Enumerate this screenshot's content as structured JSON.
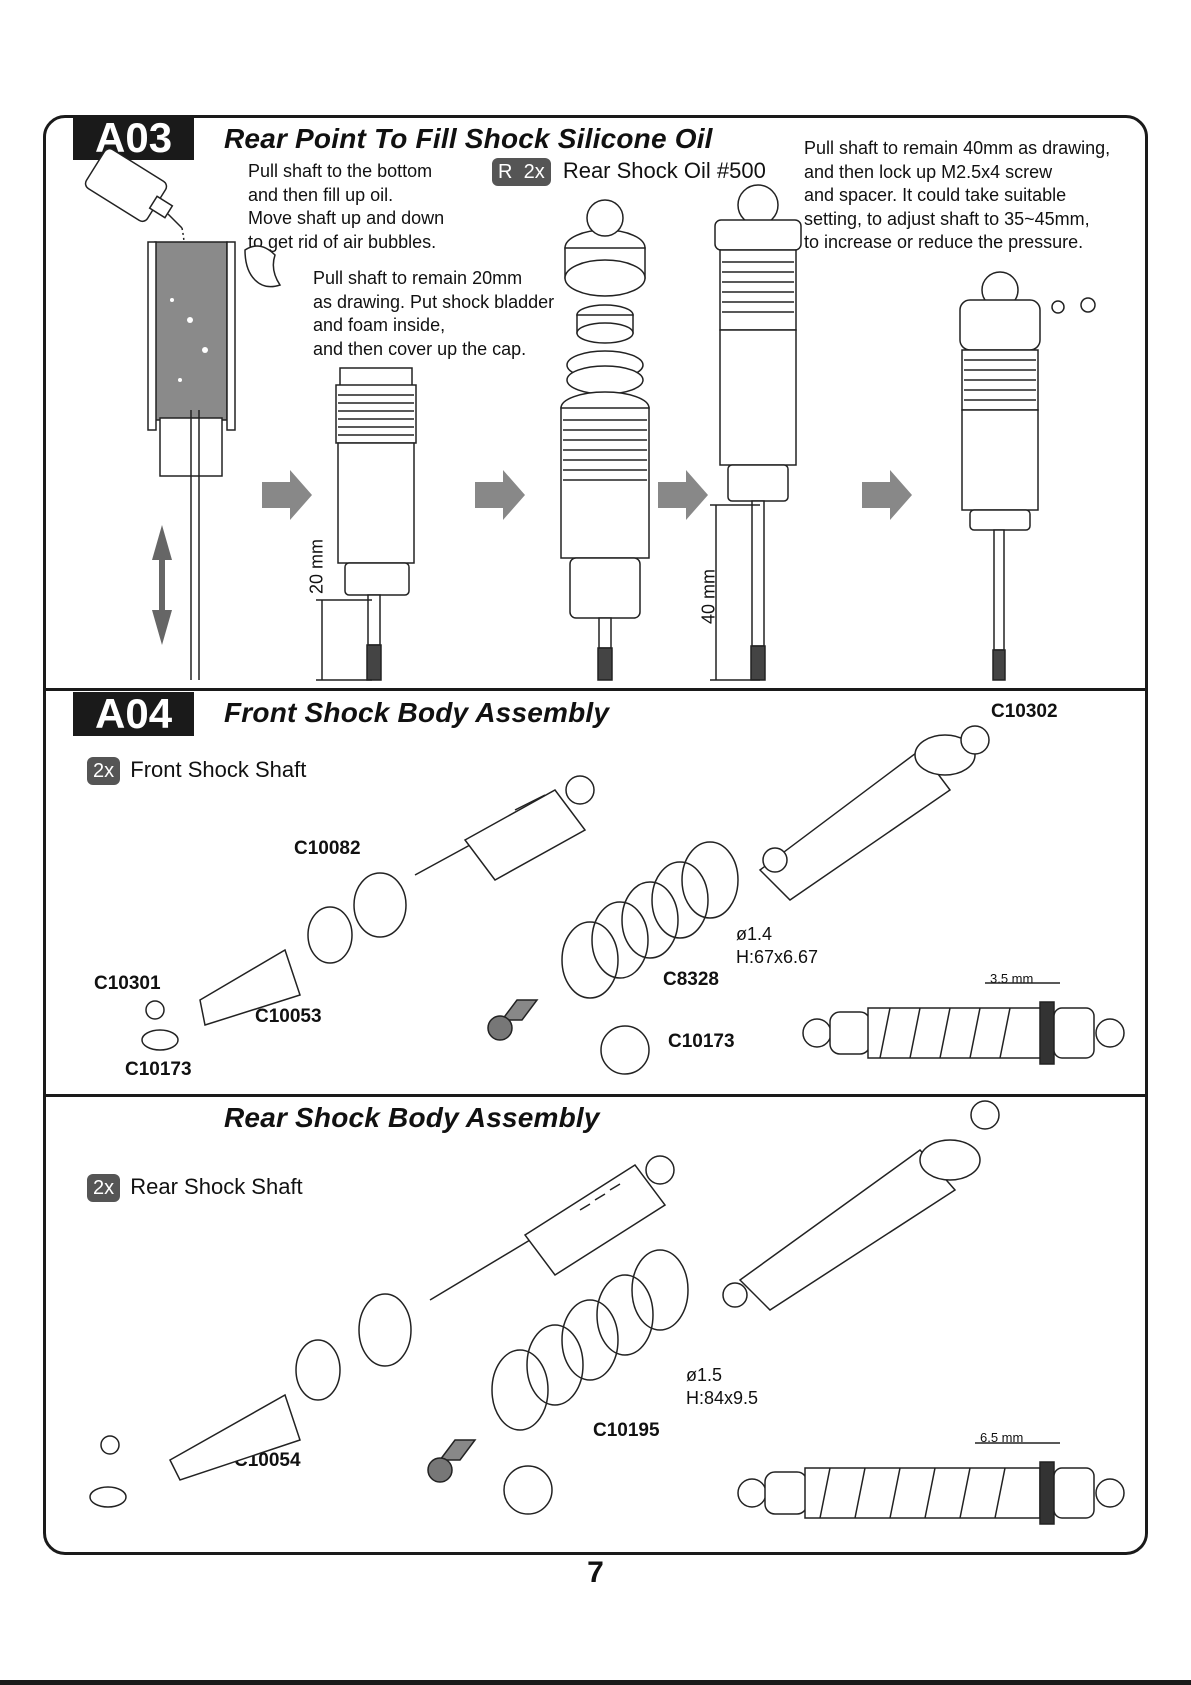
{
  "sections": {
    "a03": {
      "badge": "A03",
      "title": "Rear Point To Fill Shock Silicone Oil",
      "instruction_1": [
        "Pull shaft to the bottom",
        "and then fill up oil.",
        "Move shaft up and down",
        "to get rid of air bubbles."
      ],
      "instruction_2": [
        "Pull shaft to remain 20mm",
        "as drawing. Put shock bladder",
        "and foam inside,",
        "and then cover up the cap."
      ],
      "instruction_3": [
        "Pull shaft to remain 40mm as drawing,",
        "and then lock up M2.5x4 screw",
        "and spacer. It could take suitable",
        "setting, to adjust shaft to 35~45mm,",
        "to increase or reduce the pressure."
      ],
      "oil_tag_r": "R",
      "oil_tag_qty": "2x",
      "oil_label": "Rear Shock Oil #500",
      "dim_20": "20 mm",
      "dim_40": "40 mm"
    },
    "a04": {
      "badge": "A04",
      "title": "Front Shock Body Assembly",
      "qty": "2x",
      "shaft_label": "Front Shock Shaft",
      "parts": {
        "c10302": "C10302",
        "c10082": "C10082",
        "c10301": "C10301",
        "c10053": "C10053",
        "c10173_a": "C10173",
        "c8328": "C8328",
        "c10173_b": "C10173"
      },
      "spring_dia": "ø1.4",
      "spring_h": "H:67x6.67",
      "preload": "3.5 mm"
    },
    "rear": {
      "title": "Rear Shock Body Assembly",
      "qty": "2x",
      "shaft_label": "Rear Shock Shaft",
      "parts": {
        "c10054": "C10054",
        "c10195": "C10195"
      },
      "spring_dia": "ø1.5",
      "spring_h": "H:84x9.5",
      "preload": "6.5 mm"
    }
  },
  "page_number": "7",
  "colors": {
    "ink": "#1a1a1a",
    "badge_bg": "#1a1a1a",
    "pill_bg": "#555555",
    "oil_fill": "#8a8a8a"
  }
}
